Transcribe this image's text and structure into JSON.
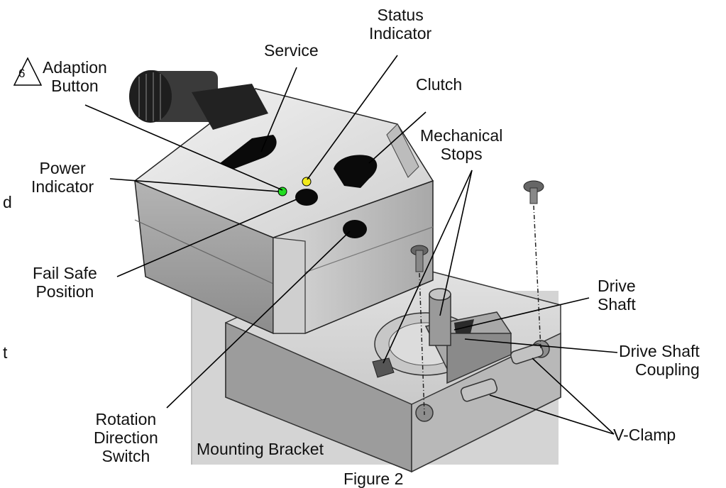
{
  "labels": {
    "status": [
      "Status",
      "Indicator"
    ],
    "service": "Service",
    "adaption_number": "6",
    "adaption": [
      "Adaption",
      "Button"
    ],
    "clutch": "Clutch",
    "mechanical_stops": [
      "Mechanical",
      "Stops"
    ],
    "power": [
      "Power",
      "Indicator"
    ],
    "fail_safe": [
      "Fail Safe",
      "Position"
    ],
    "drive_shaft": [
      "Drive",
      "Shaft"
    ],
    "drive_shaft_coupling": [
      "Drive Shaft",
      "Coupling"
    ],
    "rotation": [
      "Rotation",
      "Direction",
      "Switch"
    ],
    "mounting_bracket": "Mounting Bracket",
    "v_clamp": "V-Clamp",
    "edge_left_1": "d",
    "edge_left_2": "t",
    "figure_caption_partial": "Figure 2"
  },
  "colors": {
    "power_led": "#22dd22",
    "status_led": "#f2ea1a",
    "actuator_body": "#c9c9c9",
    "bracket": "#d6d6d6",
    "line": "#000000"
  }
}
